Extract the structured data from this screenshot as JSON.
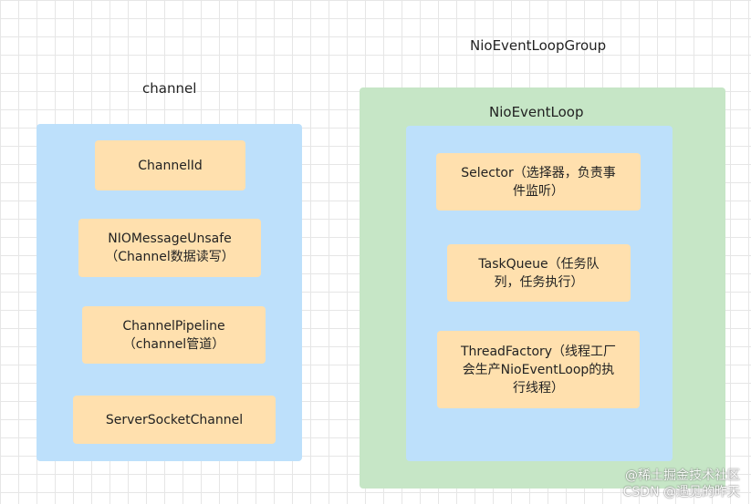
{
  "labels": {
    "channel": "channel",
    "group": "NioEventLoopGroup",
    "loop": "NioEventLoop"
  },
  "channel_boxes": [
    "ChannelId",
    "NIOMessageUnsafe\n（Channel数据读写）",
    "ChannelPipeline\n（channel管道）",
    "ServerSocketChannel"
  ],
  "loop_boxes": [
    "Selector（选择器，负责事\n件监听）",
    "TaskQueue（任务队\n列，任务执行）",
    "ThreadFactory（线程工厂\n会生产NioEventLoop的执\n行线程）"
  ],
  "watermark": {
    "line1": "@稀土掘金技术社区",
    "line2": "CSDN @遇见的昨天"
  },
  "colors": {
    "blue_panel": "#bde0fb",
    "green_panel": "#c6e6c6",
    "box": "#ffe0ae"
  }
}
